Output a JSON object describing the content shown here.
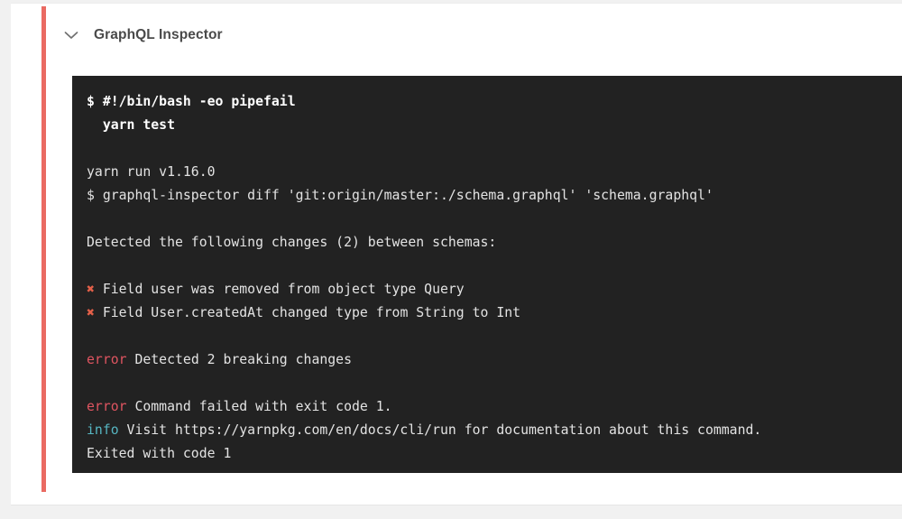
{
  "job": {
    "title": "GraphQL Inspector",
    "collapse_icon": "chevron-down-icon",
    "status_color": "#ea6a62"
  },
  "terminal": {
    "background": "#222222",
    "text_color": "#e8e8e8",
    "error_color": "#e05561",
    "info_color": "#56b6c2",
    "cross_color": "#e36049",
    "lines": [
      {
        "id": "l01",
        "type": "command",
        "text": "$ #!/bin/bash -eo pipefail"
      },
      {
        "id": "l02",
        "type": "command",
        "text": "  yarn test"
      },
      {
        "id": "l03",
        "type": "blank",
        "text": ""
      },
      {
        "id": "l04",
        "type": "plain",
        "text": "yarn run v1.16.0"
      },
      {
        "id": "l05",
        "type": "plain",
        "text": "$ graphql-inspector diff 'git:origin/master:./schema.graphql' 'schema.graphql'"
      },
      {
        "id": "l06",
        "type": "blank",
        "text": ""
      },
      {
        "id": "l07",
        "type": "plain",
        "text": "Detected the following changes (2) between schemas:"
      },
      {
        "id": "l08",
        "type": "blank",
        "text": ""
      },
      {
        "id": "l09",
        "type": "cross",
        "marker": "✖",
        "text": " Field user was removed from object type Query"
      },
      {
        "id": "l10",
        "type": "cross",
        "marker": "✖",
        "text": " Field User.createdAt changed type from String to Int"
      },
      {
        "id": "l11",
        "type": "blank",
        "text": ""
      },
      {
        "id": "l12",
        "type": "tagged",
        "tag": "error",
        "tag_kind": "error",
        "text": " Detected 2 breaking changes"
      },
      {
        "id": "l13",
        "type": "blank",
        "text": ""
      },
      {
        "id": "l14",
        "type": "tagged",
        "tag": "error",
        "tag_kind": "error",
        "text": " Command failed with exit code 1."
      },
      {
        "id": "l15",
        "type": "tagged",
        "tag": "info",
        "tag_kind": "info",
        "text": " Visit https://yarnpkg.com/en/docs/cli/run for documentation about this command."
      },
      {
        "id": "l16",
        "type": "plain",
        "text": "Exited with code 1"
      }
    ]
  }
}
